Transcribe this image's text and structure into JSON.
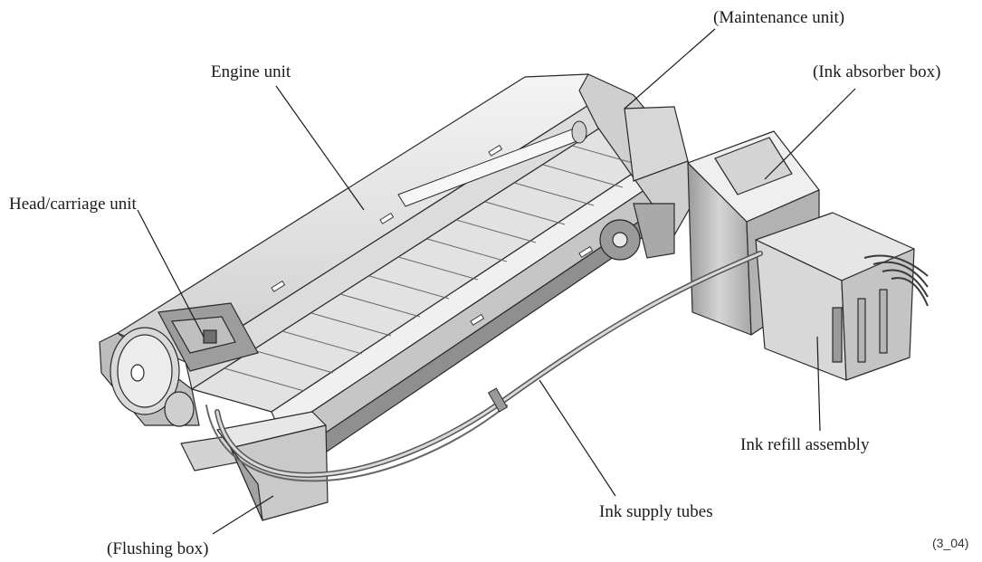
{
  "labels": {
    "maintenance_unit": "(Maintenance unit)",
    "engine_unit": "Engine unit",
    "ink_absorber_box": "(Ink absorber box)",
    "head_carriage_unit": "Head/carriage unit",
    "ink_refill_assembly": "Ink refill assembly",
    "ink_supply_tubes": "Ink supply tubes",
    "flushing_box": "(Flushing box)"
  },
  "figure_id": "(3_04)",
  "colors": {
    "line": "#2a2a2a",
    "metal_light": "#ececec",
    "metal_mid": "#c9c9c9",
    "metal_dark": "#8c8c8c",
    "shadow": "#5a5a5a",
    "background": "#ffffff"
  }
}
